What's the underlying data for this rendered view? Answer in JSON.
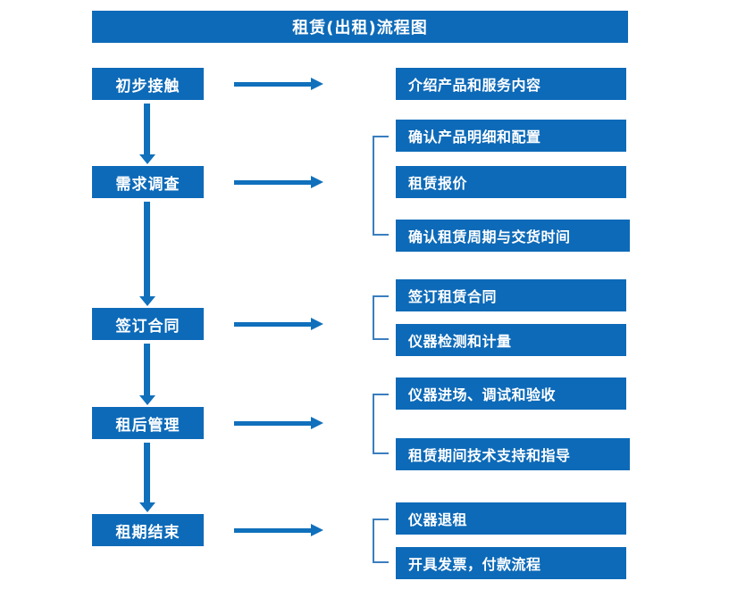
{
  "diagram": {
    "title": "租赁(出租)流程图",
    "colors": {
      "box_fill": "#0d6ab8",
      "box_text": "#ffffff",
      "arrow": "#1070bc",
      "bracket": "#3a7ebf",
      "background": "#ffffff"
    },
    "stages": [
      {
        "id": "stage-1",
        "label": "初步接触"
      },
      {
        "id": "stage-2",
        "label": "需求调查"
      },
      {
        "id": "stage-3",
        "label": "签订合同"
      },
      {
        "id": "stage-4",
        "label": "租后管理"
      },
      {
        "id": "stage-5",
        "label": "租期结束"
      }
    ],
    "task_groups": [
      {
        "id": "group-1",
        "stage": "初步接触",
        "bracketed": false,
        "tasks": [
          {
            "id": "task-1-1",
            "label": "介绍产品和服务内容"
          }
        ]
      },
      {
        "id": "group-2",
        "stage": "需求调查",
        "bracketed": true,
        "tasks": [
          {
            "id": "task-2-1",
            "label": "确认产品明细和配置"
          },
          {
            "id": "task-2-2",
            "label": "租赁报价"
          },
          {
            "id": "task-2-3",
            "label": "确认租赁周期与交货时间"
          }
        ]
      },
      {
        "id": "group-3",
        "stage": "签订合同",
        "bracketed": true,
        "tasks": [
          {
            "id": "task-3-1",
            "label": "签订租赁合同"
          },
          {
            "id": "task-3-2",
            "label": "仪器检测和计量"
          }
        ]
      },
      {
        "id": "group-4",
        "stage": "租后管理",
        "bracketed": true,
        "tasks": [
          {
            "id": "task-4-1",
            "label": "仪器进场、调试和验收"
          },
          {
            "id": "task-4-2",
            "label": "租赁期间技术支持和指导"
          }
        ]
      },
      {
        "id": "group-5",
        "stage": "租期结束",
        "bracketed": true,
        "tasks": [
          {
            "id": "task-5-1",
            "label": "仪器退租"
          },
          {
            "id": "task-5-2",
            "label": "开具发票，付款流程"
          }
        ]
      }
    ],
    "flow_connectors": [
      {
        "id": "v-arrow-1",
        "from": "初步接触",
        "to": "需求调查"
      },
      {
        "id": "v-arrow-2",
        "from": "需求调查",
        "to": "签订合同"
      },
      {
        "id": "v-arrow-3",
        "from": "签订合同",
        "to": "租后管理"
      },
      {
        "id": "v-arrow-4",
        "from": "租后管理",
        "to": "租期结束"
      }
    ],
    "stage_to_task_connectors": [
      {
        "id": "h-arrow-1",
        "from": "初步接触"
      },
      {
        "id": "h-arrow-2",
        "from": "需求调查"
      },
      {
        "id": "h-arrow-3",
        "from": "签订合同"
      },
      {
        "id": "h-arrow-4",
        "from": "租后管理"
      },
      {
        "id": "h-arrow-5",
        "from": "租期结束"
      }
    ]
  }
}
